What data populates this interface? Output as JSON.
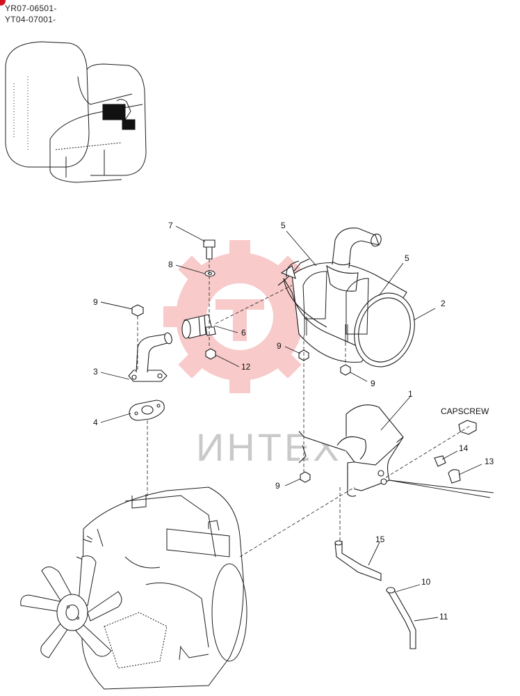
{
  "header": {
    "serial_1": "YR07-06501-",
    "serial_2": "YT04-07001-"
  },
  "watermark": {
    "text": "ИНТЕХ",
    "color": "#f08a8a"
  },
  "callouts": {
    "c1": "1",
    "c2": "2",
    "c3": "3",
    "c4": "4",
    "c5a": "5",
    "c5b": "5",
    "c6": "6",
    "c7": "7",
    "c8": "8",
    "c9a": "9",
    "c9b": "9",
    "c9c": "9",
    "c9d": "9",
    "c10": "10",
    "c11": "11",
    "c12": "12",
    "c13": "13",
    "c14": "14",
    "c15": "15",
    "capscrew": "CAPSCREW"
  },
  "colors": {
    "line": "#1a1a1a",
    "accent": "#d0131e",
    "fill_dark": "#111111"
  }
}
